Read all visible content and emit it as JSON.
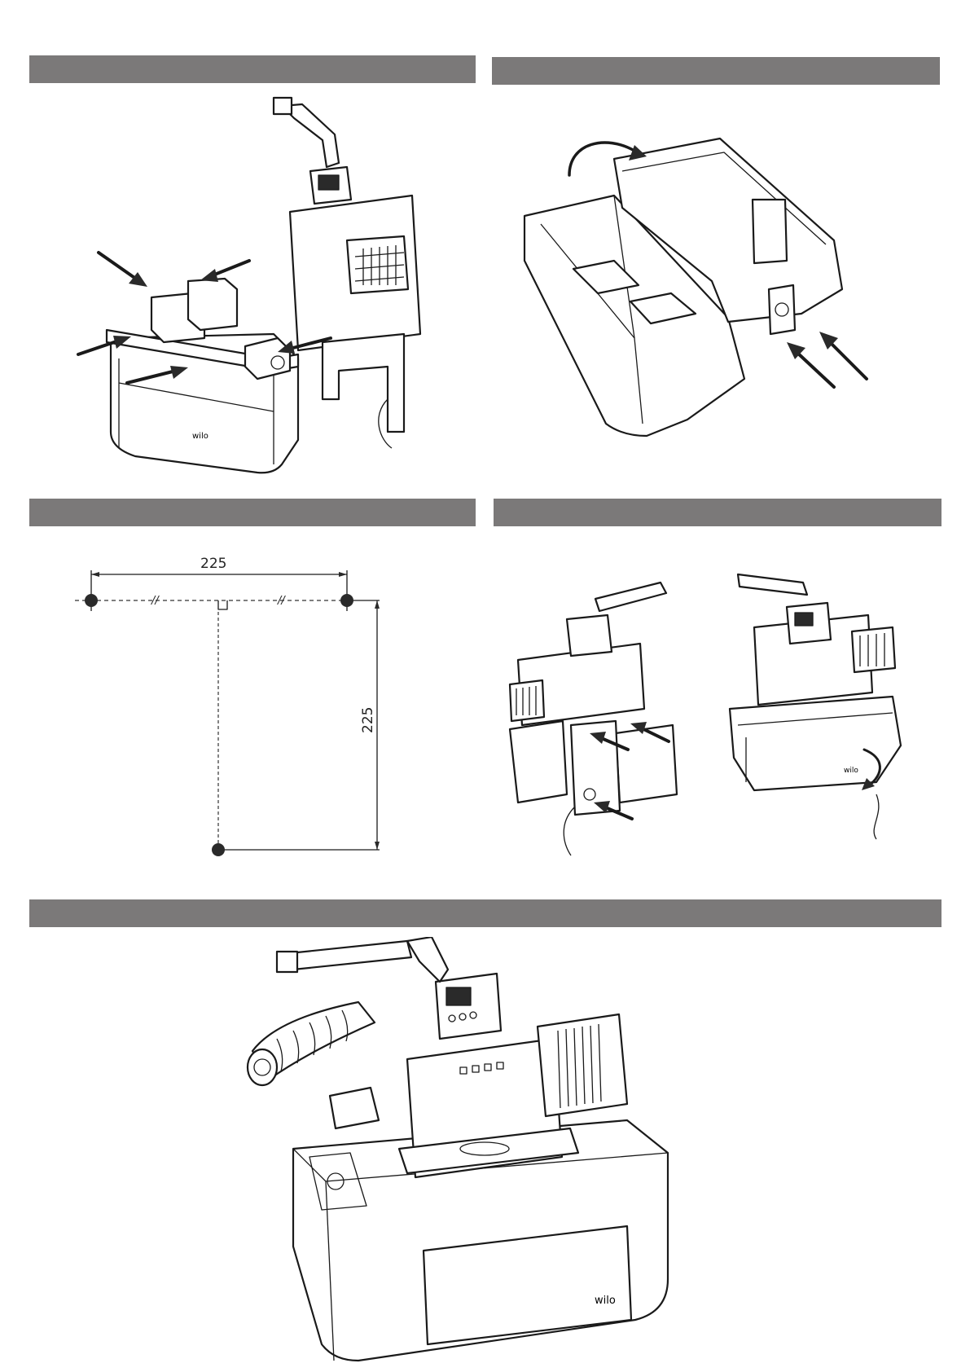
{
  "section_bars": [
    {
      "id": "fig-1",
      "label": ""
    },
    {
      "id": "fig-2",
      "label": ""
    },
    {
      "id": "fig-3",
      "label": ""
    },
    {
      "id": "fig-4",
      "label": ""
    },
    {
      "id": "fig-5",
      "label": ""
    }
  ],
  "dimension_drawing": {
    "horizontal_value": "225",
    "vertical_value": "225"
  },
  "brand_mark": "wilo",
  "colors": {
    "bar": "#7b7979",
    "line": "#1a1a1a",
    "background": "#ffffff"
  }
}
